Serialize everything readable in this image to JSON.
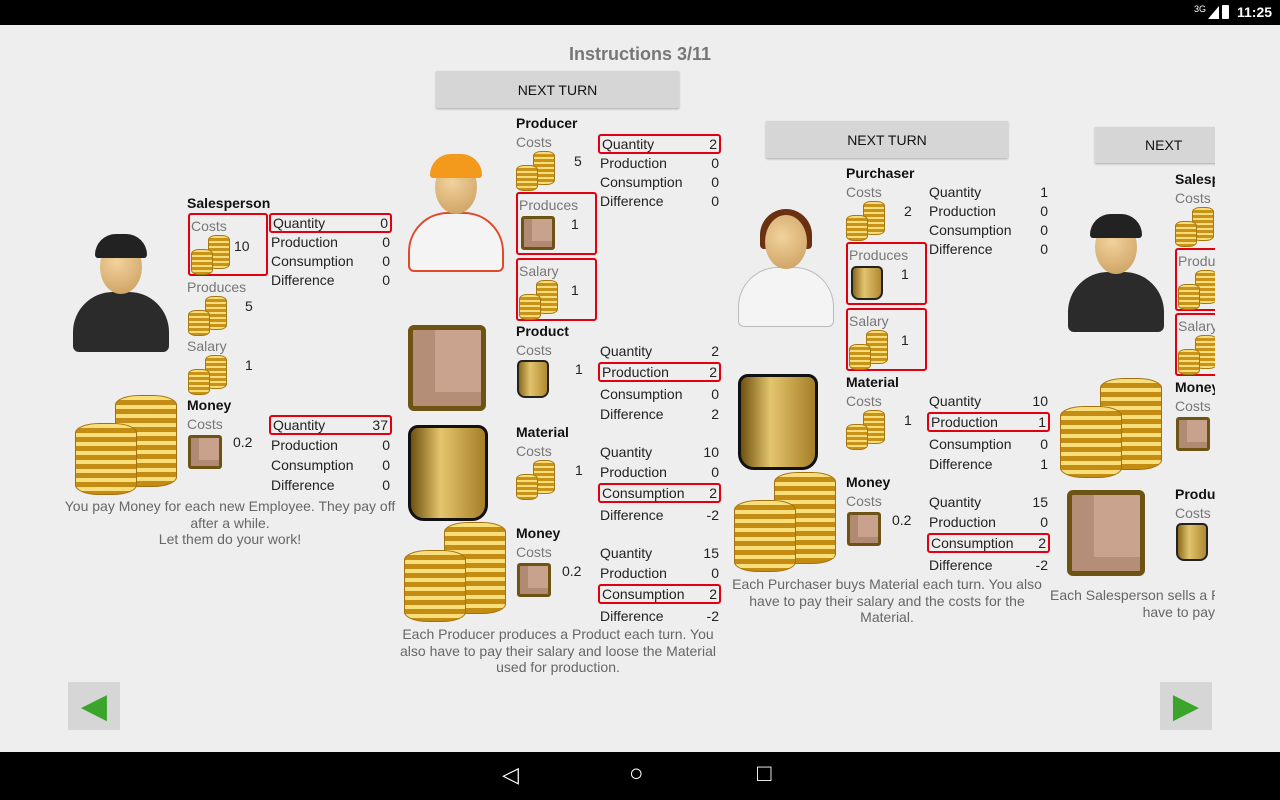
{
  "status_bar": {
    "network": "3G",
    "time": "11:25"
  },
  "title": "Instructions 3/11",
  "salesperson_panel": {
    "name": "Salesperson",
    "costs_label": "Costs",
    "costs_value": "10",
    "produces_label": "Produces",
    "produces_value": "5",
    "salary_label": "Salary",
    "salary_value": "1",
    "stats": [
      {
        "label": "Quantity",
        "value": "0"
      },
      {
        "label": "Production",
        "value": "0"
      },
      {
        "label": "Consumption",
        "value": "0"
      },
      {
        "label": "Difference",
        "value": "0"
      }
    ],
    "money": {
      "title": "Money",
      "costs_label": "Costs",
      "costs_value": "0.2",
      "stats": [
        {
          "label": "Quantity",
          "value": "37"
        },
        {
          "label": "Production",
          "value": "0"
        },
        {
          "label": "Consumption",
          "value": "0"
        },
        {
          "label": "Difference",
          "value": "0"
        }
      ]
    },
    "caption": [
      "You pay Money for each new Employee. They pay off",
      "after a while.",
      "Let them do your work!"
    ]
  },
  "producer_panel": {
    "button": "NEXT TURN",
    "name": "Producer",
    "costs_label": "Costs",
    "costs_value": "5",
    "produces_label": "Produces",
    "produces_value": "1",
    "salary_label": "Salary",
    "salary_value": "1",
    "stats": [
      {
        "label": "Quantity",
        "value": "2"
      },
      {
        "label": "Production",
        "value": "0"
      },
      {
        "label": "Consumption",
        "value": "0"
      },
      {
        "label": "Difference",
        "value": "0"
      }
    ],
    "product": {
      "title": "Product",
      "costs_label": "Costs",
      "costs_value": "1",
      "stats": [
        {
          "label": "Quantity",
          "value": "2"
        },
        {
          "label": "Production",
          "value": "2"
        },
        {
          "label": "Consumption",
          "value": "0"
        },
        {
          "label": "Difference",
          "value": "2"
        }
      ]
    },
    "material": {
      "title": "Material",
      "costs_label": "Costs",
      "costs_value": "1",
      "stats": [
        {
          "label": "Quantity",
          "value": "10"
        },
        {
          "label": "Production",
          "value": "0"
        },
        {
          "label": "Consumption",
          "value": "2"
        },
        {
          "label": "Difference",
          "value": "-2"
        }
      ]
    },
    "money": {
      "title": "Money",
      "costs_label": "Costs",
      "costs_value": "0.2",
      "stats": [
        {
          "label": "Quantity",
          "value": "15"
        },
        {
          "label": "Production",
          "value": "0"
        },
        {
          "label": "Consumption",
          "value": "2"
        },
        {
          "label": "Difference",
          "value": "-2"
        }
      ]
    },
    "caption": [
      "Each Producer produces a Product each turn. You",
      "also have to pay their salary and loose the Material",
      "used for production."
    ]
  },
  "purchaser_panel": {
    "button": "NEXT TURN",
    "name": "Purchaser",
    "costs_label": "Costs",
    "costs_value": "2",
    "produces_label": "Produces",
    "produces_value": "1",
    "salary_label": "Salary",
    "salary_value": "1",
    "stats": [
      {
        "label": "Quantity",
        "value": "1"
      },
      {
        "label": "Production",
        "value": "0"
      },
      {
        "label": "Consumption",
        "value": "0"
      },
      {
        "label": "Difference",
        "value": "0"
      }
    ],
    "material": {
      "title": "Material",
      "costs_label": "Costs",
      "costs_value": "1",
      "stats": [
        {
          "label": "Quantity",
          "value": "10"
        },
        {
          "label": "Production",
          "value": "1"
        },
        {
          "label": "Consumption",
          "value": "0"
        },
        {
          "label": "Difference",
          "value": "1"
        }
      ]
    },
    "money": {
      "title": "Money",
      "costs_label": "Costs",
      "costs_value": "0.2",
      "stats": [
        {
          "label": "Quantity",
          "value": "15"
        },
        {
          "label": "Production",
          "value": "0"
        },
        {
          "label": "Consumption",
          "value": "2"
        },
        {
          "label": "Difference",
          "value": "-2"
        }
      ]
    },
    "caption": [
      "Each Purchaser buys Material each turn. You also",
      "have to pay their salary and the costs for the",
      "Material."
    ]
  },
  "salesperson_panel_2": {
    "button": "NEXT",
    "name": "Salesp",
    "costs_label": "Costs",
    "produces_label": "Produc",
    "salary_label": "Salary",
    "money_title": "Money",
    "money_costs_label": "Costs",
    "product_title": "Produc",
    "product_costs_label": "Costs",
    "caption": [
      "Each Salesperson sells a P",
      "have to pay"
    ]
  },
  "nav": {
    "back": "◁",
    "home": "○",
    "recents": "□",
    "prev_arrow": "◀",
    "next_arrow": "▶"
  }
}
